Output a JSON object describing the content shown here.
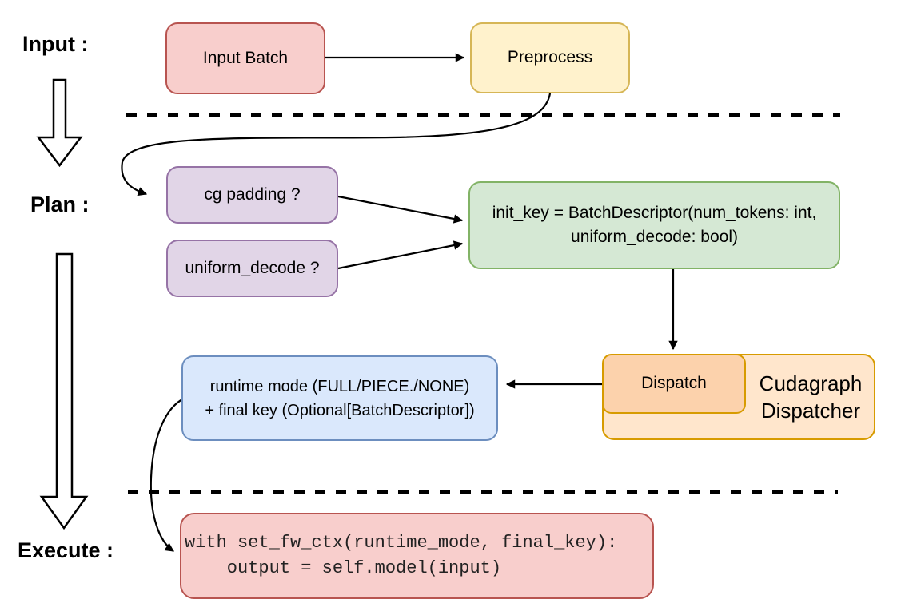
{
  "labels": {
    "input": "Input :",
    "plan": "Plan :",
    "execute": "Execute :"
  },
  "nodes": {
    "input_batch": {
      "label": "Input Batch"
    },
    "preprocess": {
      "label": "Preprocess"
    },
    "cg_padding": {
      "label": "cg padding ?"
    },
    "uniform_decode": {
      "label": "uniform_decode ?"
    },
    "init_key": {
      "line1": "init_key = BatchDescriptor(num_tokens: int,",
      "line2": "uniform_decode: bool)"
    },
    "dispatch": {
      "label": "Dispatch"
    },
    "cudagraph_dispatcher": {
      "line1": "Cudagraph",
      "line2": "Dispatcher"
    },
    "runtime_result": {
      "line1": "runtime mode (FULL/PIECE./NONE)",
      "line2": "+ final key (Optional[BatchDescriptor])"
    },
    "execute_code": {
      "line1": "with set_fw_ctx(runtime_mode, final_key):",
      "line2": "    output = self.model(input)"
    }
  },
  "colors": {
    "red_fill": "#f8cecc",
    "red_stroke": "#b85450",
    "yellow_fill": "#fff2cc",
    "yellow_stroke": "#d6b656",
    "purple_fill": "#e1d5e7",
    "purple_stroke": "#9673a6",
    "green_fill": "#d5e8d4",
    "green_stroke": "#82b366",
    "blue_fill": "#dae8fc",
    "blue_stroke": "#6c8ebf",
    "orange_fill": "#ffe6cc",
    "orange_inner_fill": "#fcd2ac",
    "orange_stroke": "#d79b00",
    "connector": "#000000"
  }
}
